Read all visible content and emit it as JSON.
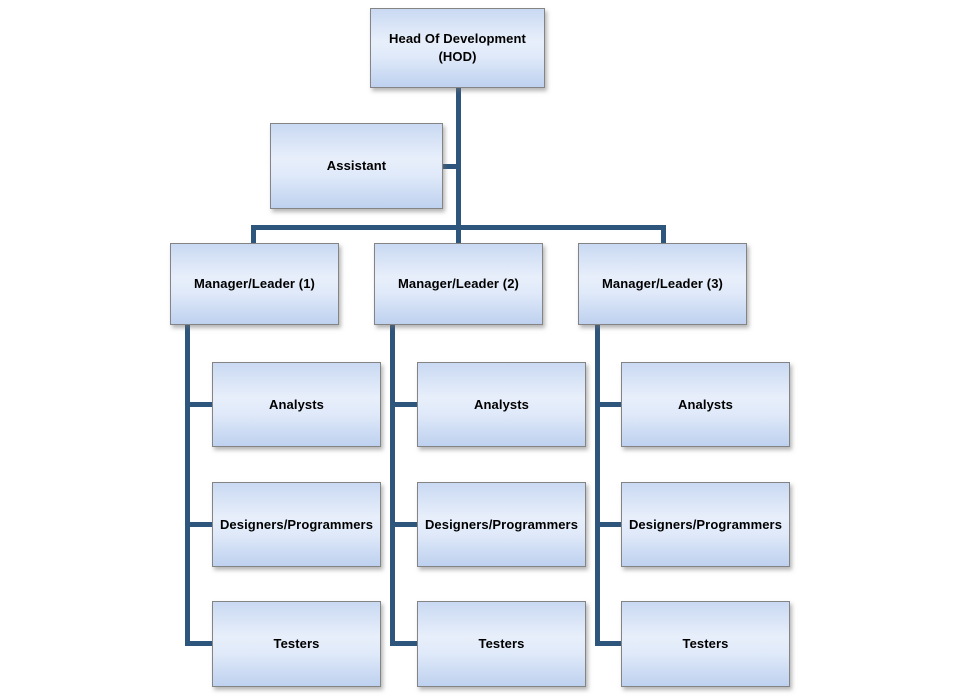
{
  "diagram": {
    "type": "org-chart",
    "colors": {
      "connector": "#2e567d",
      "node_border": "#848484",
      "node_gradient_top": "#c9d9f2",
      "node_gradient_mid": "#e8effb",
      "node_gradient_bottom": "#bed1ef",
      "text": "#000000",
      "background": "#ffffff"
    },
    "nodes": {
      "root": {
        "label": "Head Of Development (HOD)"
      },
      "assistant": {
        "label": "Assistant"
      },
      "managers": [
        {
          "label": "Manager/Leader (1)",
          "reports": [
            "Analysts",
            "Designers/Programmers",
            "Testers"
          ]
        },
        {
          "label": "Manager/Leader (2)",
          "reports": [
            "Analysts",
            "Designers/Programmers",
            "Testers"
          ]
        },
        {
          "label": "Manager/Leader (3)",
          "reports": [
            "Analysts",
            "Designers/Programmers",
            "Testers"
          ]
        }
      ]
    }
  }
}
